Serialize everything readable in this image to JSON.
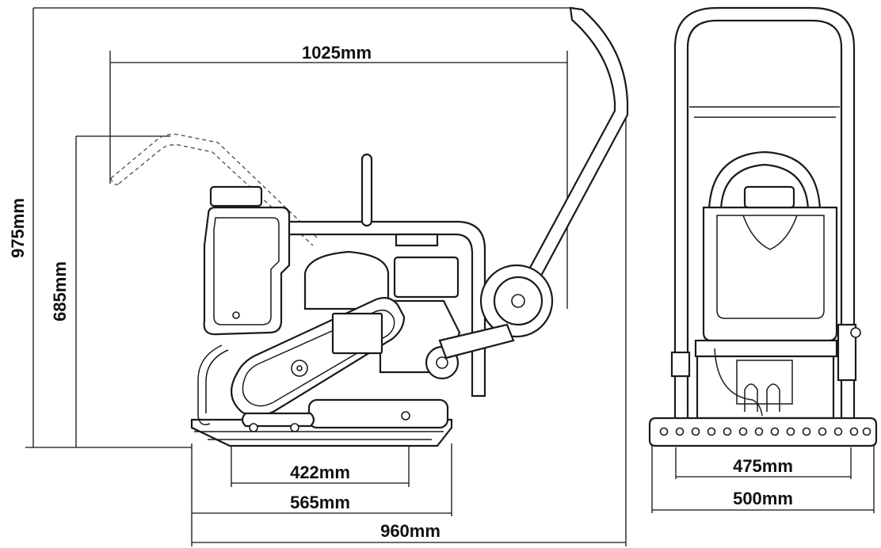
{
  "dimensions": {
    "overall_height": "975mm",
    "lowered_handle_height": "685mm",
    "handle_reach": "1025mm",
    "wheelbase_inner": "422mm",
    "plate_length": "565mm",
    "overall_length": "960mm",
    "plate_width_inner": "475mm",
    "plate_width_outer": "500mm"
  },
  "drawing": {
    "subject": "plate-compactor",
    "views": [
      "side-view",
      "front-view"
    ],
    "line_color": "#1a1a1a",
    "background": "#ffffff"
  }
}
